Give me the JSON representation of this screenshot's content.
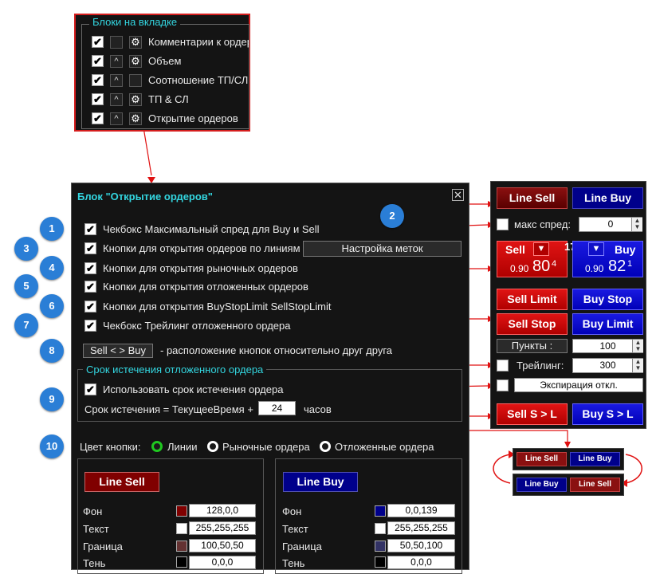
{
  "top_inset": {
    "title": "Блоки на вкладке",
    "rows": [
      {
        "check": "✔",
        "label": "Комментарии к ордерам"
      },
      {
        "check": "✔",
        "arrow": "^",
        "label": "Объем"
      },
      {
        "check": "✔",
        "arrow": "^",
        "label": "Соотношение ТП/СЛ"
      },
      {
        "check": "✔",
        "arrow": "^",
        "label": "ТП & СЛ"
      },
      {
        "check": "✔",
        "arrow": "^",
        "label": "Открытие ордеров"
      }
    ]
  },
  "panel": {
    "title": "Блок \"Открытие ордеров\"",
    "close": "✕",
    "options": [
      {
        "check": "✔",
        "label": "Чекбокс Максимальный спред для Buy и Sell"
      },
      {
        "check": "✔",
        "label": "Кнопки для открытия ордеров по линиям"
      },
      {
        "check": "✔",
        "label": "Кнопки для открытия рыночных ордеров"
      },
      {
        "check": "✔",
        "label": "Кнопки для открытия отложенных ордеров"
      },
      {
        "check": "✔",
        "label": "Кнопки для открытия BuyStopLimit SellStopLimit"
      },
      {
        "check": "✔",
        "label": "Чекбокс Трейлинг отложенного ордера"
      }
    ],
    "marks_button": "Настройка меток",
    "swap_button": "Sell < > Buy",
    "swap_text": "- расположение кнопок относительно друг друга",
    "expiry_group_title": "Срок истечения отложенного ордера",
    "expiry_check": "✔",
    "expiry_label": "Использовать срок истечения ордера",
    "expiry_formula": "Срок истечения = ТекущееВремя +",
    "expiry_value": "24",
    "expiry_units": "часов",
    "color_label": "Цвет кнопки:",
    "radios": [
      "Линии",
      "Рыночные ордера",
      "Отложенные ордера"
    ],
    "selected_radio": "Линии",
    "sell_preview": "Line Sell",
    "buy_preview": "Line Buy",
    "color_rows": [
      "Фон",
      "Текст",
      "Граница",
      "Тень"
    ],
    "sell_colors": [
      "128,0,0",
      "255,255,255",
      "100,50,50",
      "0,0,0"
    ],
    "sell_swatches": [
      "#800000",
      "#ffffff",
      "#643232",
      "#000000"
    ],
    "buy_colors": [
      "0,0,139",
      "255,255,255",
      "50,50,100",
      "0,0,0"
    ],
    "buy_swatches": [
      "#00008b",
      "#ffffff",
      "#323264",
      "#000000"
    ]
  },
  "badges": [
    "1",
    "2",
    "3",
    "4",
    "5",
    "6",
    "7",
    "8",
    "9",
    "10"
  ],
  "right_panel": {
    "line_sell": "Line Sell",
    "line_buy": "Line Buy",
    "max_spread_label": "макс спред:",
    "max_spread_value": "0",
    "sell": "Sell",
    "buy": "Buy",
    "spread": "17",
    "sell_price_small": "0.90",
    "sell_price_big": "80",
    "sell_price_sup": "4",
    "buy_price_small": "0.90",
    "buy_price_big": "82",
    "buy_price_sup": "1",
    "sell_limit": "Sell Limit",
    "buy_stop": "Buy Stop",
    "sell_stop": "Sell Stop",
    "buy_limit": "Buy Limit",
    "points_label": "Пункты :",
    "points_value": "100",
    "trailing_label": "Трейлинг:",
    "trailing_value": "300",
    "expiration_label": "Экспирация откл.",
    "sell_sl": "Sell S > L",
    "buy_sl": "Buy S > L"
  },
  "mini": {
    "row1": [
      "Line Sell",
      "Line Buy"
    ],
    "row2": [
      "Line Buy",
      "Line Sell"
    ]
  },
  "colors": {
    "accent_red": "#d51d1d",
    "accent_blue": "#2a7ed6",
    "title_cyan": "#33d6e0"
  }
}
